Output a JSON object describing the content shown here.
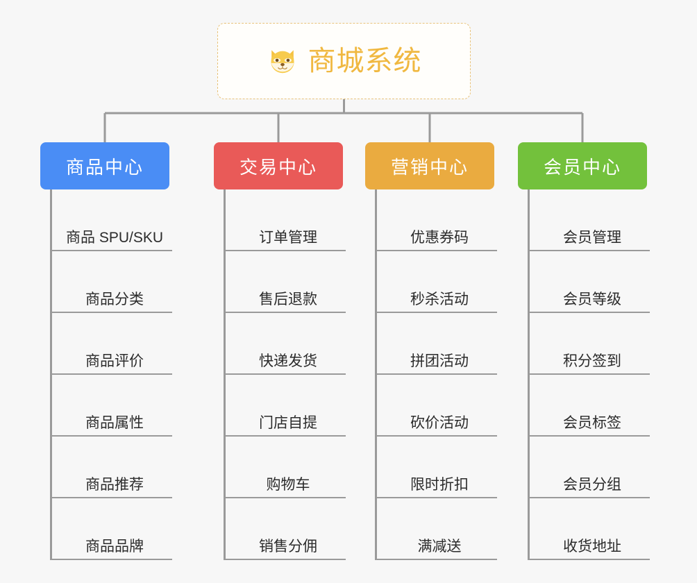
{
  "diagram": {
    "title": "商城系统",
    "background_color": "#f7f7f7",
    "root": {
      "label": "商城系统",
      "icon": "shiba-dog-face-icon",
      "text_color": "#f0b840",
      "border_color": "#e8c27a",
      "fill_color": "#fffefb"
    },
    "connector_color": "#9a9a9a",
    "branches": [
      {
        "label": "商品中心",
        "color": "#4a8df5",
        "items": [
          "商品 SPU/SKU",
          "商品分类",
          "商品评价",
          "商品属性",
          "商品推荐",
          "商品品牌"
        ]
      },
      {
        "label": "交易中心",
        "color": "#e95a58",
        "items": [
          "订单管理",
          "售后退款",
          "快递发货",
          "门店自提",
          "购物车",
          "销售分佣"
        ]
      },
      {
        "label": "营销中心",
        "color": "#eaab40",
        "items": [
          "优惠券码",
          "秒杀活动",
          "拼团活动",
          "砍价活动",
          "限时折扣",
          "满减送"
        ]
      },
      {
        "label": "会员中心",
        "color": "#73c13c",
        "items": [
          "会员管理",
          "会员等级",
          "积分签到",
          "会员标签",
          "会员分组",
          "收货地址"
        ]
      }
    ]
  }
}
